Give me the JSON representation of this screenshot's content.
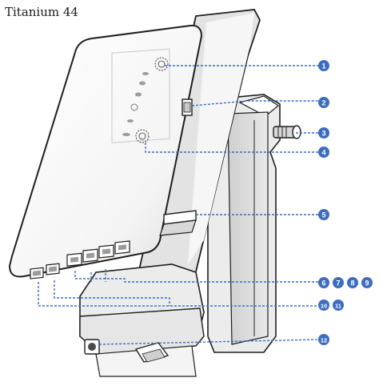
{
  "title": "Titanium 44",
  "colors": {
    "callout": "#3d6dbf",
    "leader": "#3d6dbf",
    "outline": "#1f1f1f",
    "body_front": "#ffffff",
    "body_shadow": "#d6d6d6",
    "body_dark": "#9a9a9a"
  },
  "callouts": [
    {
      "id": "c1",
      "label": "1"
    },
    {
      "id": "c2",
      "label": "2"
    },
    {
      "id": "c3",
      "label": "3"
    },
    {
      "id": "c4",
      "label": "4"
    },
    {
      "id": "c5",
      "label": "5"
    },
    {
      "id": "c6",
      "label": "6"
    },
    {
      "id": "c7",
      "label": "7"
    },
    {
      "id": "c8",
      "label": "8"
    },
    {
      "id": "c9",
      "label": "9"
    },
    {
      "id": "c10",
      "label": "10"
    },
    {
      "id": "c11",
      "label": "11"
    },
    {
      "id": "c12",
      "label": "12"
    }
  ]
}
